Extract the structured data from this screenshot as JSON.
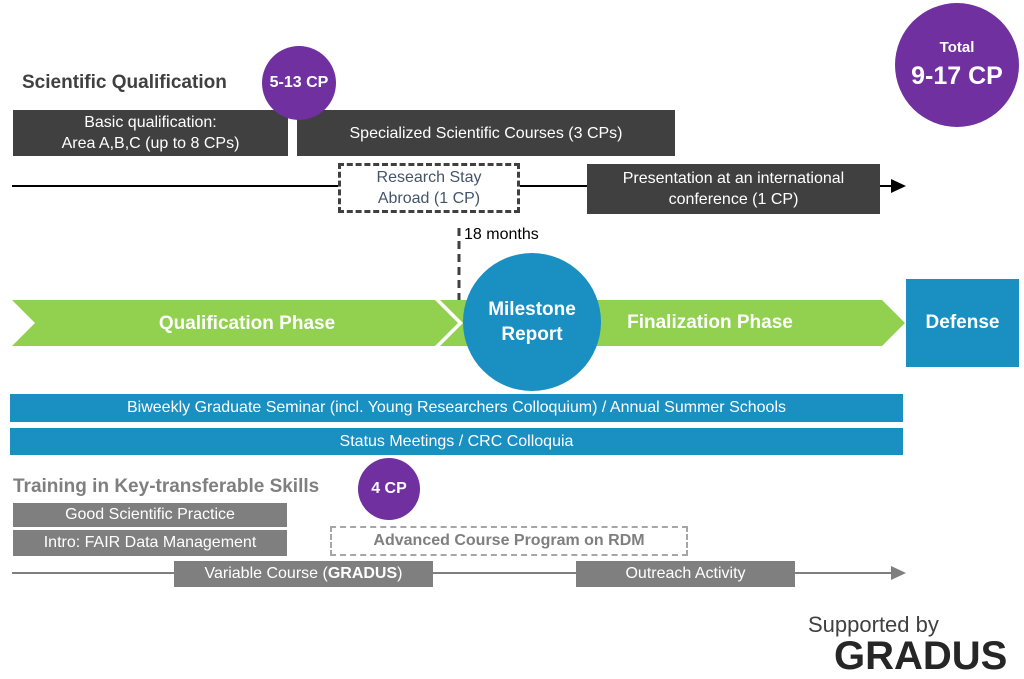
{
  "colors": {
    "dark_box": "#404040",
    "grey_box": "#7f7f7f",
    "purple": "#7030a0",
    "green": "#92d050",
    "blue": "#1a8fc1"
  },
  "total": {
    "label": "Total",
    "value": "9-17 CP"
  },
  "scientific": {
    "title": "Scientific Qualification",
    "cp_badge": "5-13 CP",
    "basic": "Basic qualification:\nArea A,B,C (up to 8 CPs)",
    "specialized": "Specialized Scientific Courses (3 CPs)",
    "research_stay": "Research Stay\nAbroad (1 CP)",
    "presentation": "Presentation at an international\nconference (1 CP)"
  },
  "timeline": {
    "months_label": "18 months",
    "qualification_phase": "Qualification Phase",
    "milestone": "Milestone\nReport",
    "finalization_phase": "Finalization Phase",
    "defense": "Defense"
  },
  "bars": {
    "seminar": "Biweekly Graduate Seminar (incl. Young Researchers Colloquium) / Annual Summer Schools",
    "status": "Status Meetings / CRC Colloquia"
  },
  "training": {
    "title": "Training in Key-transferable Skills",
    "cp_badge": "4 CP",
    "good_practice": "Good Scientific Practice",
    "fair": "Intro: FAIR Data Management",
    "advanced": "Advanced Course Program on RDM",
    "variable_prefix": "Variable Course (",
    "variable_bold": "GRADUS",
    "variable_suffix": ")",
    "outreach": "Outreach Activity"
  },
  "footer": {
    "supported_by": "Supported by",
    "brand": "GRADUS"
  }
}
